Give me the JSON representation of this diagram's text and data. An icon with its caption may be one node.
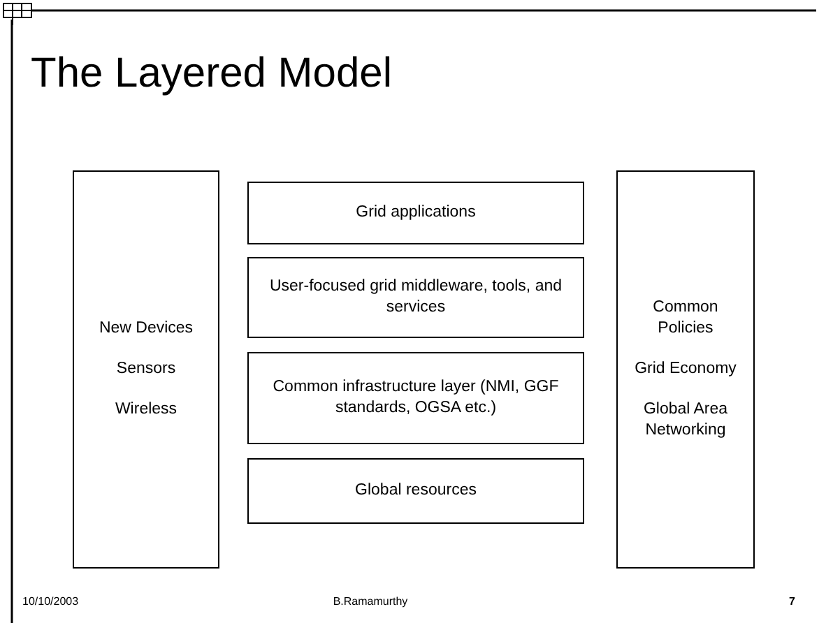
{
  "diagram": {
    "title": "The Layered Model",
    "nodes": [
      {
        "text": [
          "New Devices",
          "Sensors",
          "Wireless"
        ]
      },
      {
        "text": [
          "Grid applications"
        ]
      },
      {
        "text": [
          "User-focused grid middleware, tools, and services"
        ]
      },
      {
        "text": [
          "Common infrastructure layer (NMI, GGF standards, OGSA etc.)"
        ]
      },
      {
        "text": [
          "Global resources"
        ]
      },
      {
        "text": [
          "Common Policies",
          "Grid Economy",
          "Global Area Networking"
        ]
      }
    ],
    "edges": [],
    "labels": [
      "10/10/2003",
      "B.Ramamurthy",
      "7"
    ]
  }
}
